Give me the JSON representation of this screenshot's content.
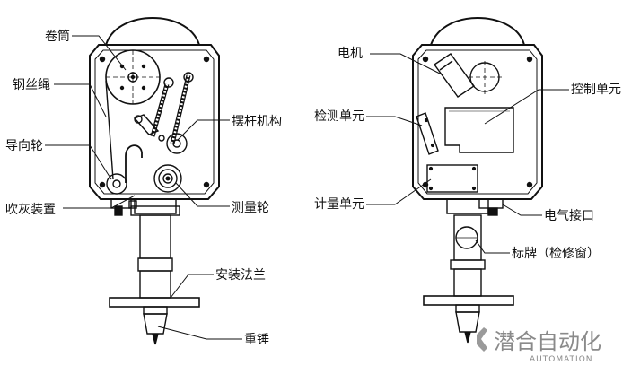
{
  "left_device": {
    "labels": {
      "drum": "卷筒",
      "wire_rope": "钢丝绳",
      "guide_wheel": "导向轮",
      "blower": "吹灰装置",
      "swing_rod": "摆杆机构",
      "measure_wheel": "测量轮",
      "mount_flange": "安装法兰",
      "weight": "重锤"
    }
  },
  "right_device": {
    "labels": {
      "motor": "电机",
      "control_unit": "控制单元",
      "detect_unit": "检测单元",
      "count_unit": "计量单元",
      "electrical_port": "电气接口",
      "nameplate": "标牌（检修窗）"
    }
  },
  "watermark": {
    "chinese": "潜合自动化",
    "english": "AUTOMATION"
  }
}
